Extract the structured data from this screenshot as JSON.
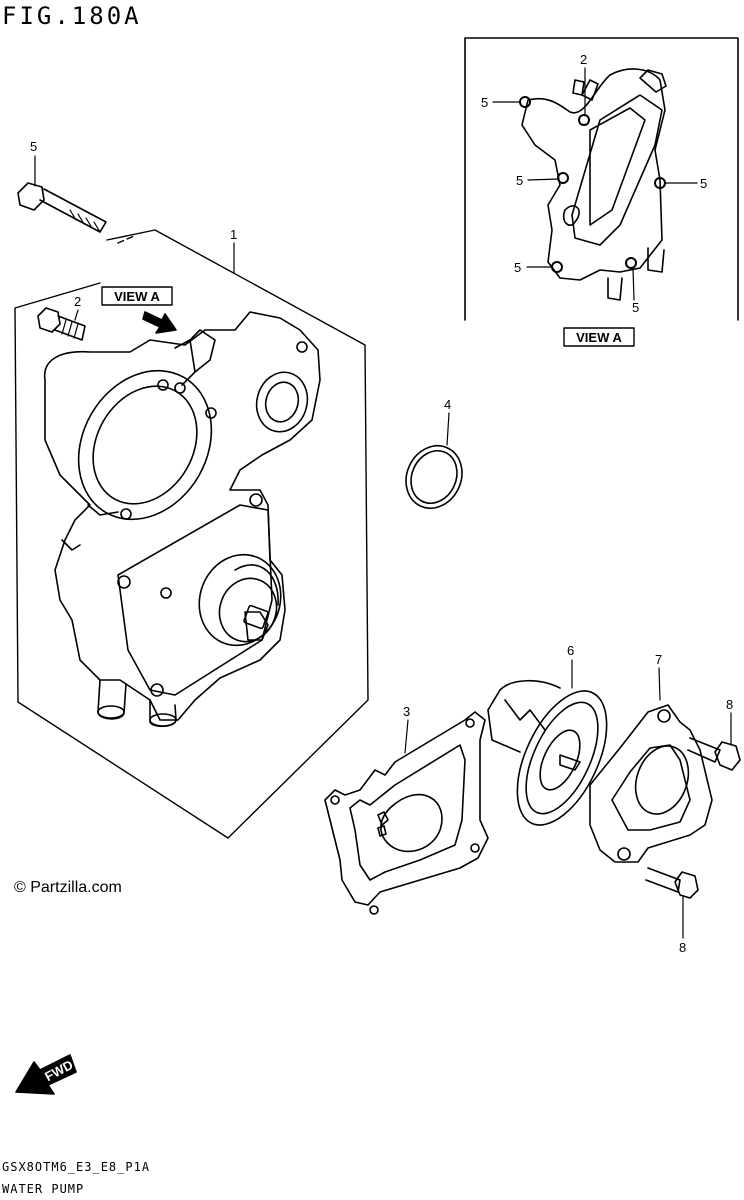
{
  "header": {
    "figure_title": "FIG.180A"
  },
  "footer": {
    "model_code": "GSX8OTM6_E3_E8_P1A",
    "section_name": "WATER PUMP"
  },
  "watermark": "© Partzilla.com",
  "view_label": "VIEW A",
  "fwd_label": "FWD",
  "callouts": {
    "c1": "1",
    "c2_main": "2",
    "c2_inset": "2",
    "c3": "3",
    "c4": "4",
    "c5_main": "5",
    "c5_inset_a": "5",
    "c5_inset_b": "5",
    "c5_inset_c": "5",
    "c5_inset_d": "5",
    "c5_inset_e": "5",
    "c6": "6",
    "c7": "7",
    "c8_a": "8",
    "c8_b": "8"
  },
  "icons": {
    "fwd_arrow": "fwd-arrow-icon",
    "view_arrow": "view-direction-arrow-icon"
  }
}
